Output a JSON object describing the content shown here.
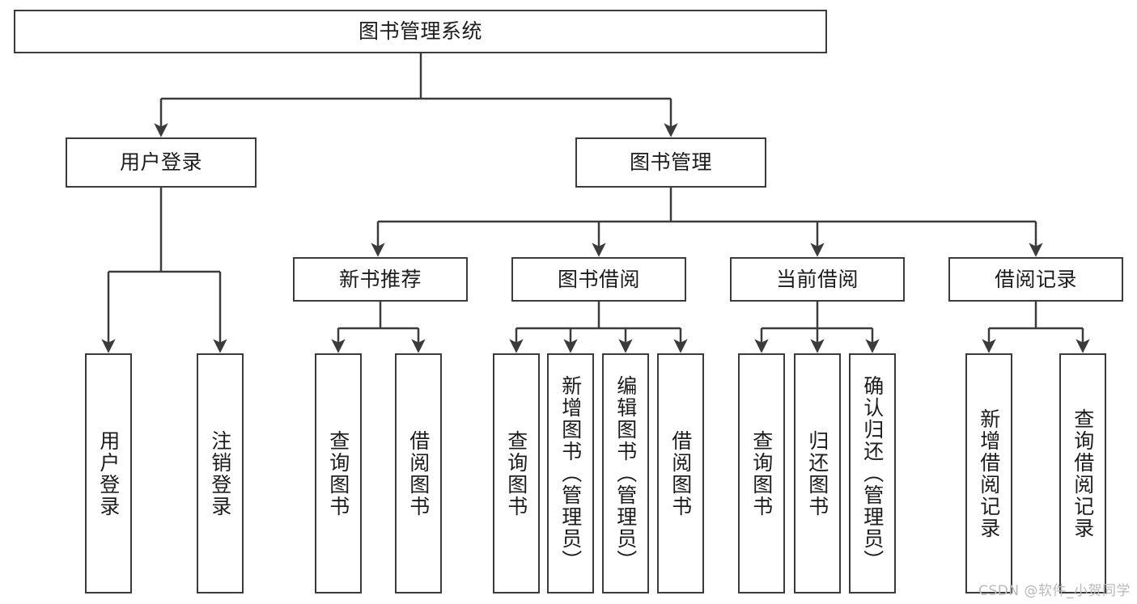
{
  "diagram": {
    "title": "图书管理系统",
    "type": "tree",
    "colors": {
      "stroke": "#3b3b3b",
      "fill": "#ffffff",
      "text": "#1c1c1c",
      "watermark": "#b9b9b9"
    },
    "nodes": {
      "root": {
        "label": "图书管理系统"
      },
      "level2": [
        {
          "id": "user-login",
          "label": "用户登录"
        },
        {
          "id": "book-management",
          "label": "图书管理"
        }
      ],
      "level3": [
        {
          "id": "new-book-recommend",
          "label": "新书推荐"
        },
        {
          "id": "book-borrow",
          "label": "图书借阅"
        },
        {
          "id": "current-borrow",
          "label": "当前借阅"
        },
        {
          "id": "borrow-record",
          "label": "借阅记录"
        }
      ],
      "leaves": {
        "user_login": [
          {
            "id": "leaf-user-login",
            "label": "用户登录"
          },
          {
            "id": "leaf-logout-login",
            "label": "注销登录"
          }
        ],
        "new_book_recommend": [
          {
            "id": "leaf-query-book-1",
            "label": "查询图书"
          },
          {
            "id": "leaf-borrow-book-1",
            "label": "借阅图书"
          }
        ],
        "book_borrow": [
          {
            "id": "leaf-query-book-2",
            "label": "查询图书"
          },
          {
            "id": "leaf-add-book-admin",
            "label": "新增图书（管理员）"
          },
          {
            "id": "leaf-edit-book-admin",
            "label": "编辑图书（管理员）"
          },
          {
            "id": "leaf-borrow-book-2",
            "label": "借阅图书"
          }
        ],
        "current_borrow": [
          {
            "id": "leaf-query-book-3",
            "label": "查询图书"
          },
          {
            "id": "leaf-return-book",
            "label": "归还图书"
          },
          {
            "id": "leaf-confirm-return-admin",
            "label": "确认归还（管理员）"
          }
        ],
        "borrow_record": [
          {
            "id": "leaf-add-borrow-record",
            "label": "新增借阅记录"
          },
          {
            "id": "leaf-query-borrow-record",
            "label": "查询借阅记录"
          }
        ]
      }
    },
    "watermark": "CSDN @软件_小贺同学"
  }
}
